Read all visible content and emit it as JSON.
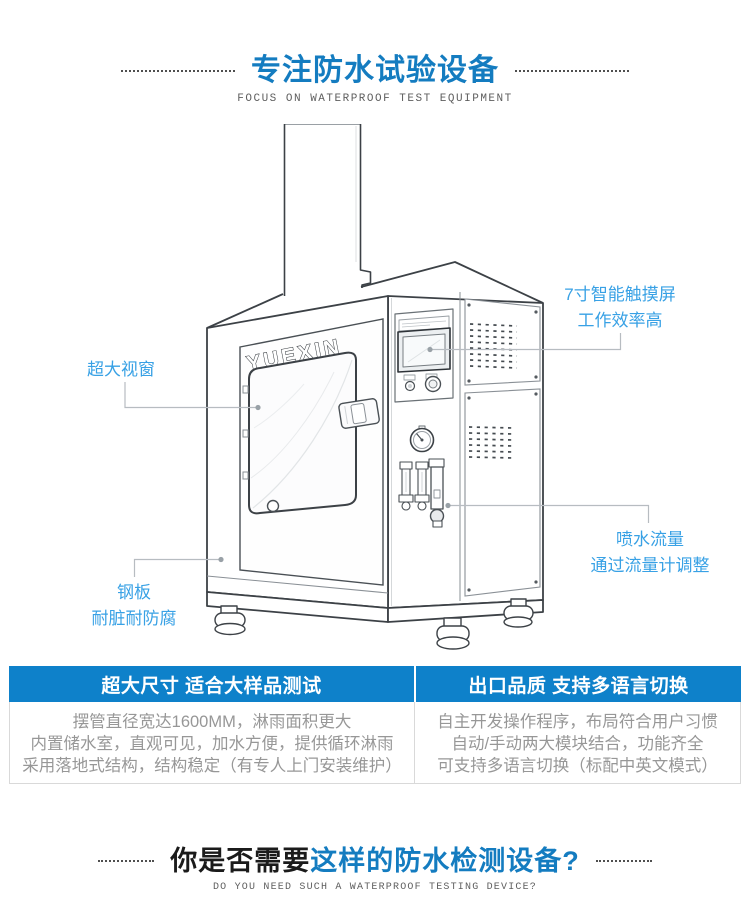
{
  "header": {
    "title": "专注防水试验设备",
    "subtitle": "FOCUS ON WATERPROOF TEST EQUIPMENT"
  },
  "machine": {
    "logo": "YUEXIN"
  },
  "callouts": {
    "screen": {
      "line1": "7寸智能触摸屏",
      "line2": "工作效率高"
    },
    "window": {
      "line1": "超大视窗"
    },
    "flow": {
      "line1": "喷水流量",
      "line2": "通过流量计调整"
    },
    "steel": {
      "line1": "钢板",
      "line2": "耐脏耐防腐"
    }
  },
  "features": [
    {
      "title": "超大尺寸 适合大样品测试",
      "lines": [
        "摆管直径宽达1600MM，淋雨面积更大",
        "内置储水室，直观可见，加水方便，提供循环淋雨",
        "采用落地式结构，结构稳定（有专人上门安装维护）"
      ]
    },
    {
      "title": "出口品质 支持多语言切换",
      "lines": [
        "自主开发操作程序，布局符合用户习惯",
        "自动/手动两大模块结合，功能齐全",
        "可支持多语言切换（标配中英文模式）"
      ]
    }
  ],
  "footer": {
    "title_black": "你是否需要",
    "title_blue": "这样的防水检测设备?",
    "subtitle": "DO YOU NEED SUCH A WATERPROOF TESTING DEVICE?"
  },
  "colors": {
    "primary_blue": "#147cc0",
    "accent_light_blue": "#38a1e5",
    "banner_blue": "#0e81ca",
    "body_text_gray": "#979797"
  }
}
